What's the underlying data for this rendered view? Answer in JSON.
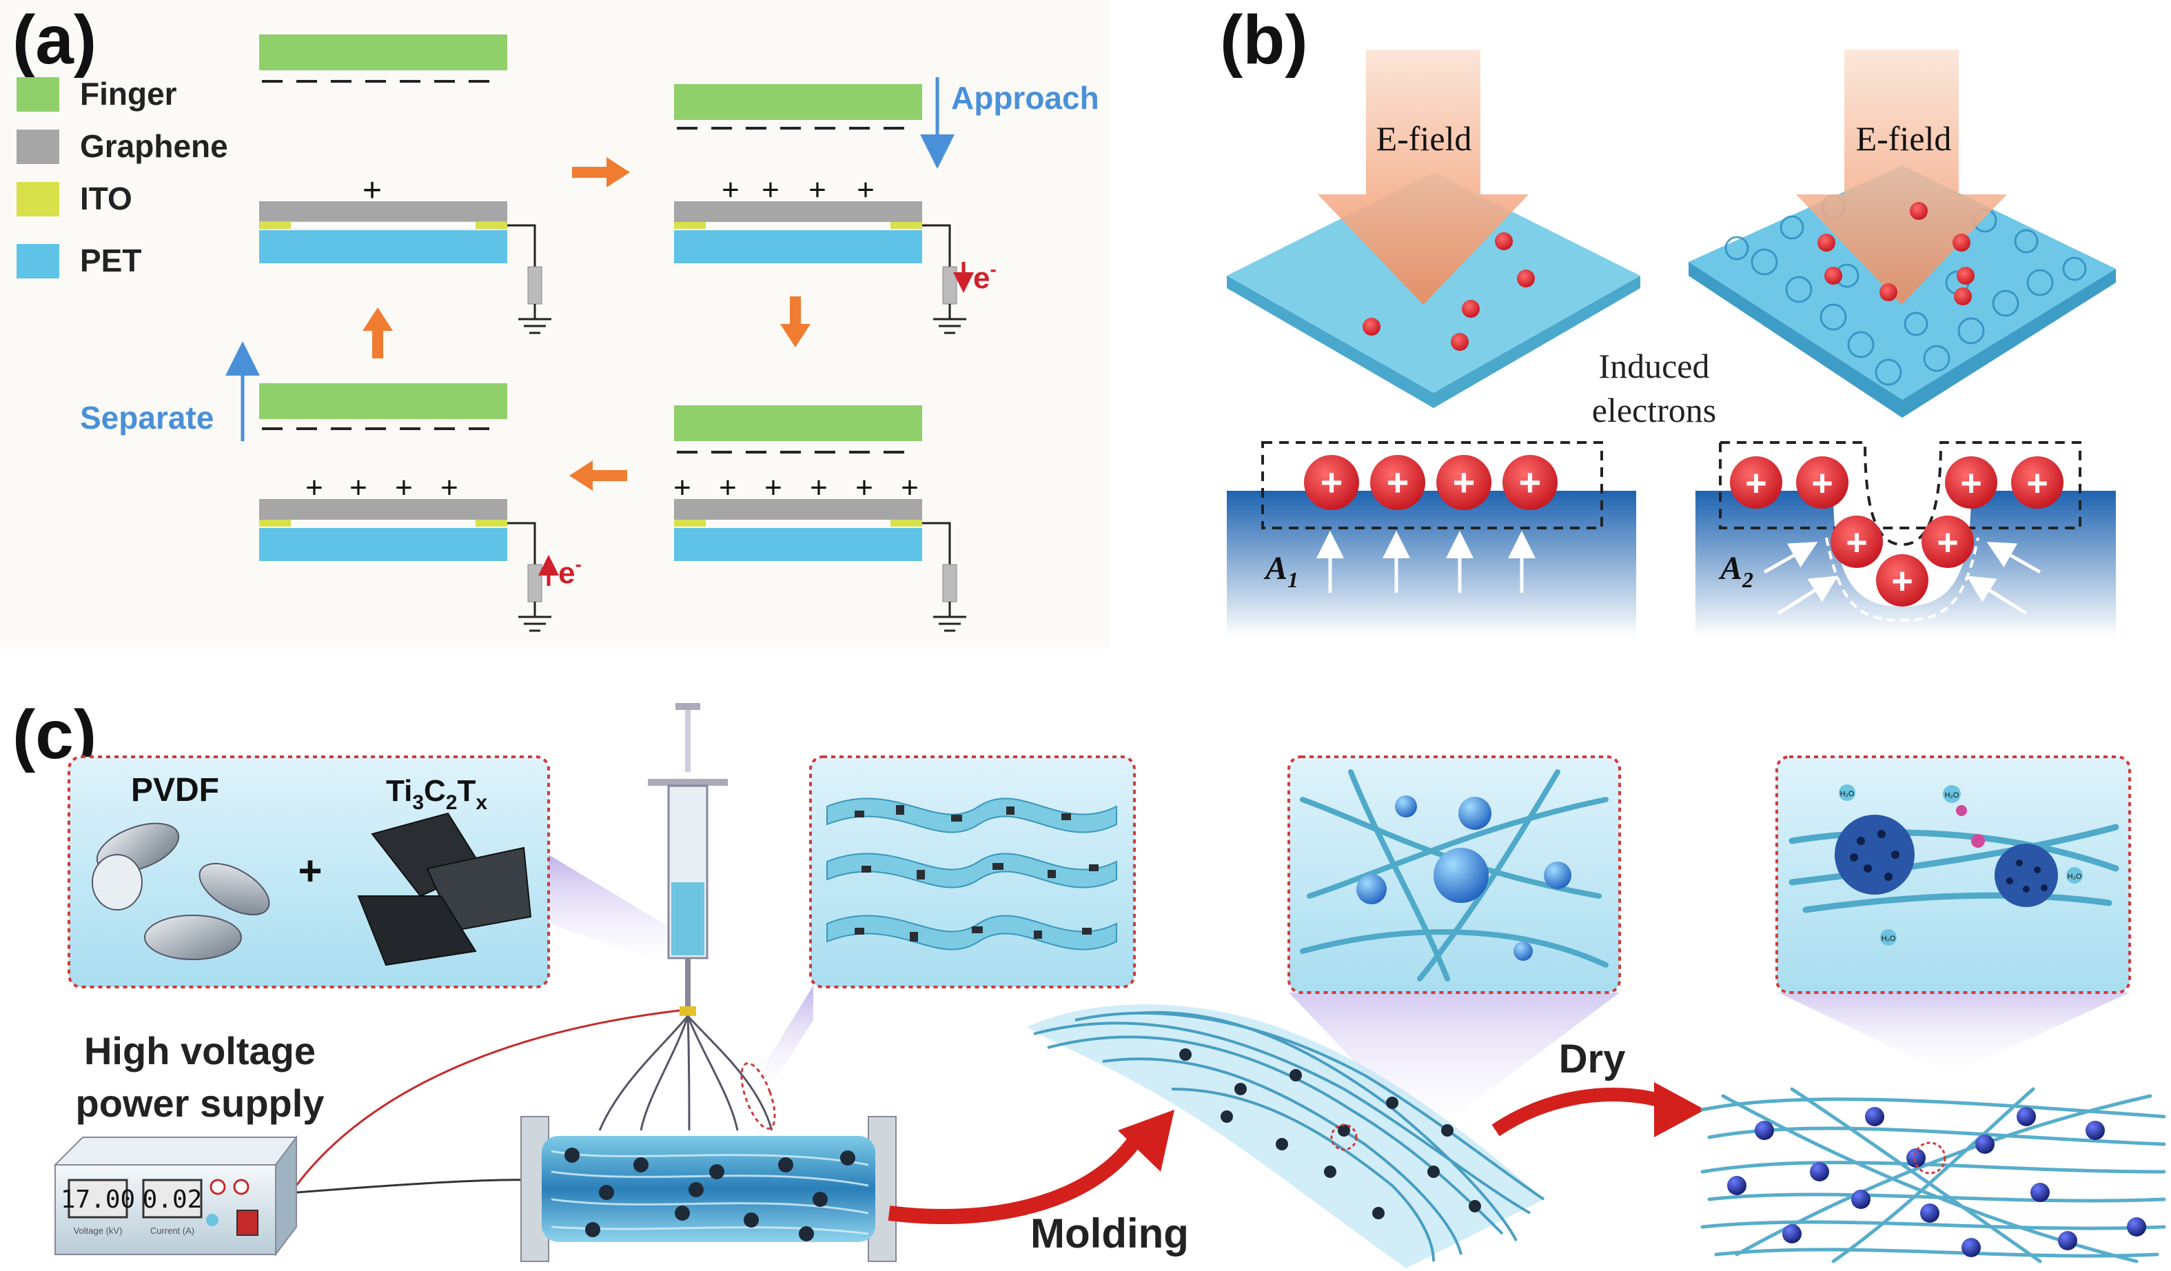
{
  "panel_a": {
    "label": "(a)",
    "legend": [
      {
        "name": "Finger",
        "color": "#8fd06a"
      },
      {
        "name": "Graphene",
        "color": "#a6a6a6"
      },
      {
        "name": "ITO",
        "color": "#d8e04a"
      },
      {
        "name": "PET",
        "color": "#5fc3e8"
      }
    ],
    "approach_label": "Approach",
    "separate_label": "Separate",
    "electron_label": "e",
    "electron_sup": "-",
    "plus_sign": "+",
    "minus_sign": "–"
  },
  "panel_b": {
    "label": "(b)",
    "efield_left": "E-field",
    "efield_right": "E-field",
    "induced_line1": "Induced",
    "induced_line2": "electrons",
    "area_left": "A",
    "area_left_sub": "1",
    "area_right": "A",
    "area_right_sub": "2",
    "plus_sign": "+"
  },
  "panel_c": {
    "label": "(c)",
    "pvdf_label": "PVDF",
    "plus_sign": "+",
    "mxene_label": {
      "ti": "Ti",
      "s3": "3",
      "c": "C",
      "s2": "2",
      "t": "T",
      "sx": "x"
    },
    "power_supply_line1": "High voltage",
    "power_supply_line2": "power supply",
    "display_voltage": "17.00",
    "display_current": "0.02",
    "knob_label_voltage": "Voltage (kV)",
    "knob_label_current": "Current (A)",
    "molding_label": "Molding",
    "dry_label": "Dry",
    "h2o_label": "H₂O"
  },
  "colors": {
    "finger": "#8fd06a",
    "graphene": "#a6a6a6",
    "ito": "#d8e04a",
    "pet": "#5fc3e8",
    "arrow_orange": "#f07c32",
    "label_blue": "#4a90d9",
    "electron_red": "#d0202a",
    "fiber": "#5fb8d0",
    "bead": "#1f2e8a",
    "red_arrow": "#d4201c"
  }
}
